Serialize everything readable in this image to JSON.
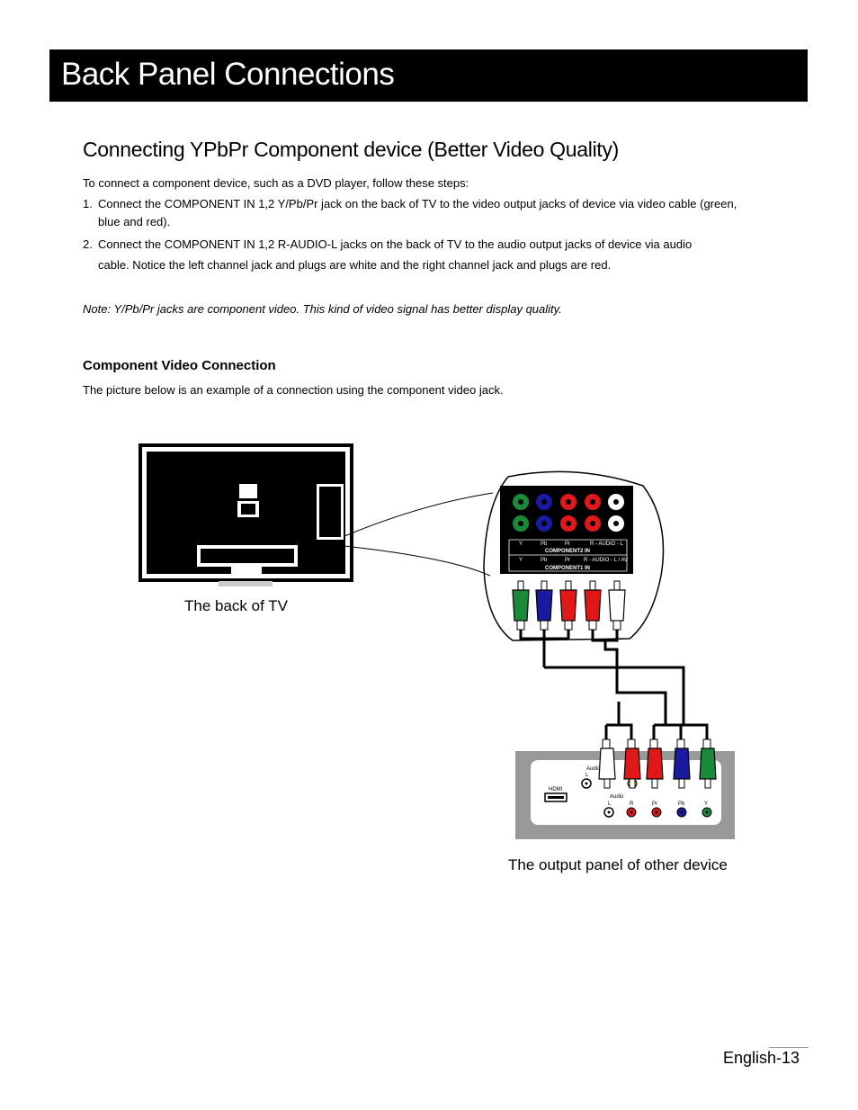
{
  "header": {
    "title": "Back Panel Connections"
  },
  "section": {
    "title": "Connecting YPbPr Component device (Better Video Quality)",
    "intro": "To  connect a component device, such as a DVD player, follow these steps:",
    "step1_num": "1.",
    "step1_line1": "Connect the COMPONENT IN 1,2 Y/Pb/Pr jack on the back of TV to the video output jacks of device via video cable (green,",
    "step1_line2": "blue and red).",
    "step2_num": "2.",
    "step2_line1": "Connect the COMPONENT IN 1,2 R-AUDIO-L jacks on the back of TV to the audio output jacks of device via audio",
    "step2_line2": "cable. Notice the left channel jack and plugs are white and the right channel jack and plugs are red.",
    "note": "Note: Y/Pb/Pr jacks are component video. This kind of video signal has better display quality."
  },
  "subsection": {
    "title": "Component Video Connection",
    "text": "The picture below is an example of a connection using the component video jack."
  },
  "diagram": {
    "tv_caption": "The back of TV",
    "device_caption": "The output panel of other device",
    "tv_panel": {
      "row1_labels": [
        "Y",
        "Pb",
        "Pr",
        "R - AUDIO - L"
      ],
      "row1_title": "COMPONENT2  IN",
      "row2_labels": [
        "Y",
        "Pb",
        "Pr",
        "R - AUDIO - L / AV"
      ],
      "row2_title": "COMPONENT1  IN"
    },
    "device_panel": {
      "hdmi": "HDMI",
      "audio_top": "Audio",
      "audio_top_l": "L",
      "audio_bottom": "Audio",
      "jack_labels": [
        "L",
        "R",
        "Pr",
        "Pb",
        "Y"
      ]
    },
    "colors": {
      "green": "#1a8a3a",
      "blue": "#1a1aa0",
      "red": "#e01818",
      "white": "#ffffff"
    }
  },
  "footer": {
    "page": "English-13"
  }
}
